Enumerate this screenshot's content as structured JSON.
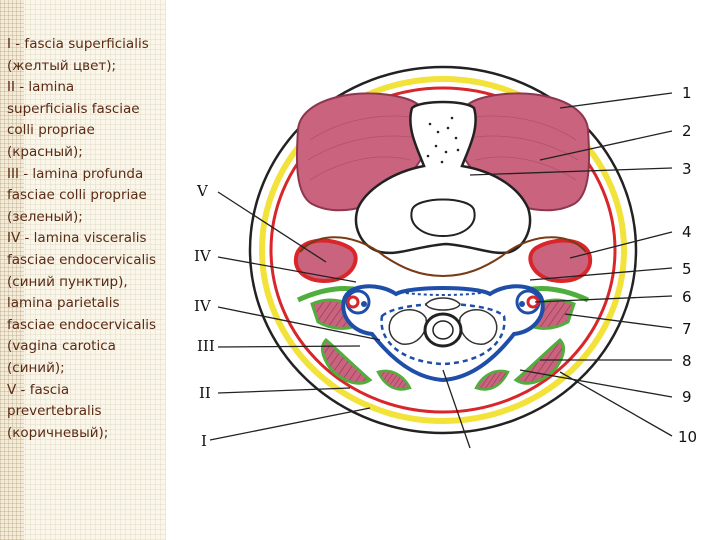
{
  "legend": {
    "lines": [
      " I - fascia superficialis",
      "(желтый цвет);",
      " II - lamina",
      "superficialis fasciae",
      "colli propriae",
      "(красный);",
      " III - lamina profunda",
      "fasciae colli propriae",
      "(зеленый);",
      "IV - lamina visceralis",
      "fasciae endocervicalis",
      "(синий пунктир),",
      "lamina parietalis",
      "fasciae endocervicalis",
      "(vagina carotica",
      "(синий);",
      " V - fascia",
      "prevertebralis",
      "(коричневый);"
    ]
  },
  "diagram": {
    "right_labels": [
      "1",
      "2",
      "3",
      "4",
      "5",
      "6",
      "7",
      "8",
      "9",
      "10"
    ],
    "left_labels": [
      "V",
      "IV",
      "IV",
      "III",
      "II",
      "I"
    ]
  },
  "colors": {
    "fascia_superficialis": "#f2e23a",
    "lamina_superficialis": "#d8262a",
    "lamina_profunda": "#4fae3c",
    "endocervicalis": "#1f4ea8",
    "prevertebralis": "#7a3a14",
    "muscle": "#c9637e",
    "legend_text": "#5a2a14"
  }
}
